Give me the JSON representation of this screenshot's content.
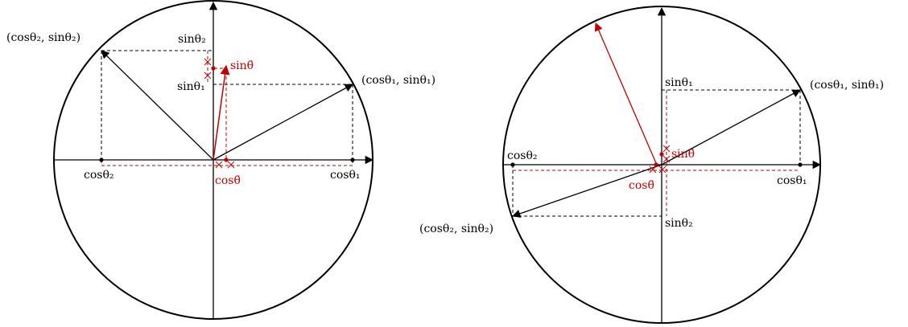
{
  "colors": {
    "stroke": "#000000",
    "accent": "#c00000",
    "background": "#ffffff"
  },
  "left_diagram": {
    "point1_label": "(cosθ₁, sinθ₁)",
    "point2_label": "(cosθ₂, sinθ₂)",
    "sin1_label": "sinθ₁",
    "sin2_label": "sinθ₂",
    "cos1_label": "cosθ₁",
    "cos2_label": "cosθ₂",
    "mean_sin_label": "sinθ̄",
    "mean_cos_label": "cosθ̄"
  },
  "right_diagram": {
    "point1_label": "(cosθ₁, sinθ₁)",
    "point2_label": "(cosθ₂, sinθ₂)",
    "sin1_label": "sinθ₁",
    "sin2_label": "sinθ₂",
    "cos1_label": "cosθ₁",
    "cos2_label": "cosθ₂",
    "mean_sin_label": "sinθ̄",
    "mean_cos_label": "cosθ̄"
  }
}
